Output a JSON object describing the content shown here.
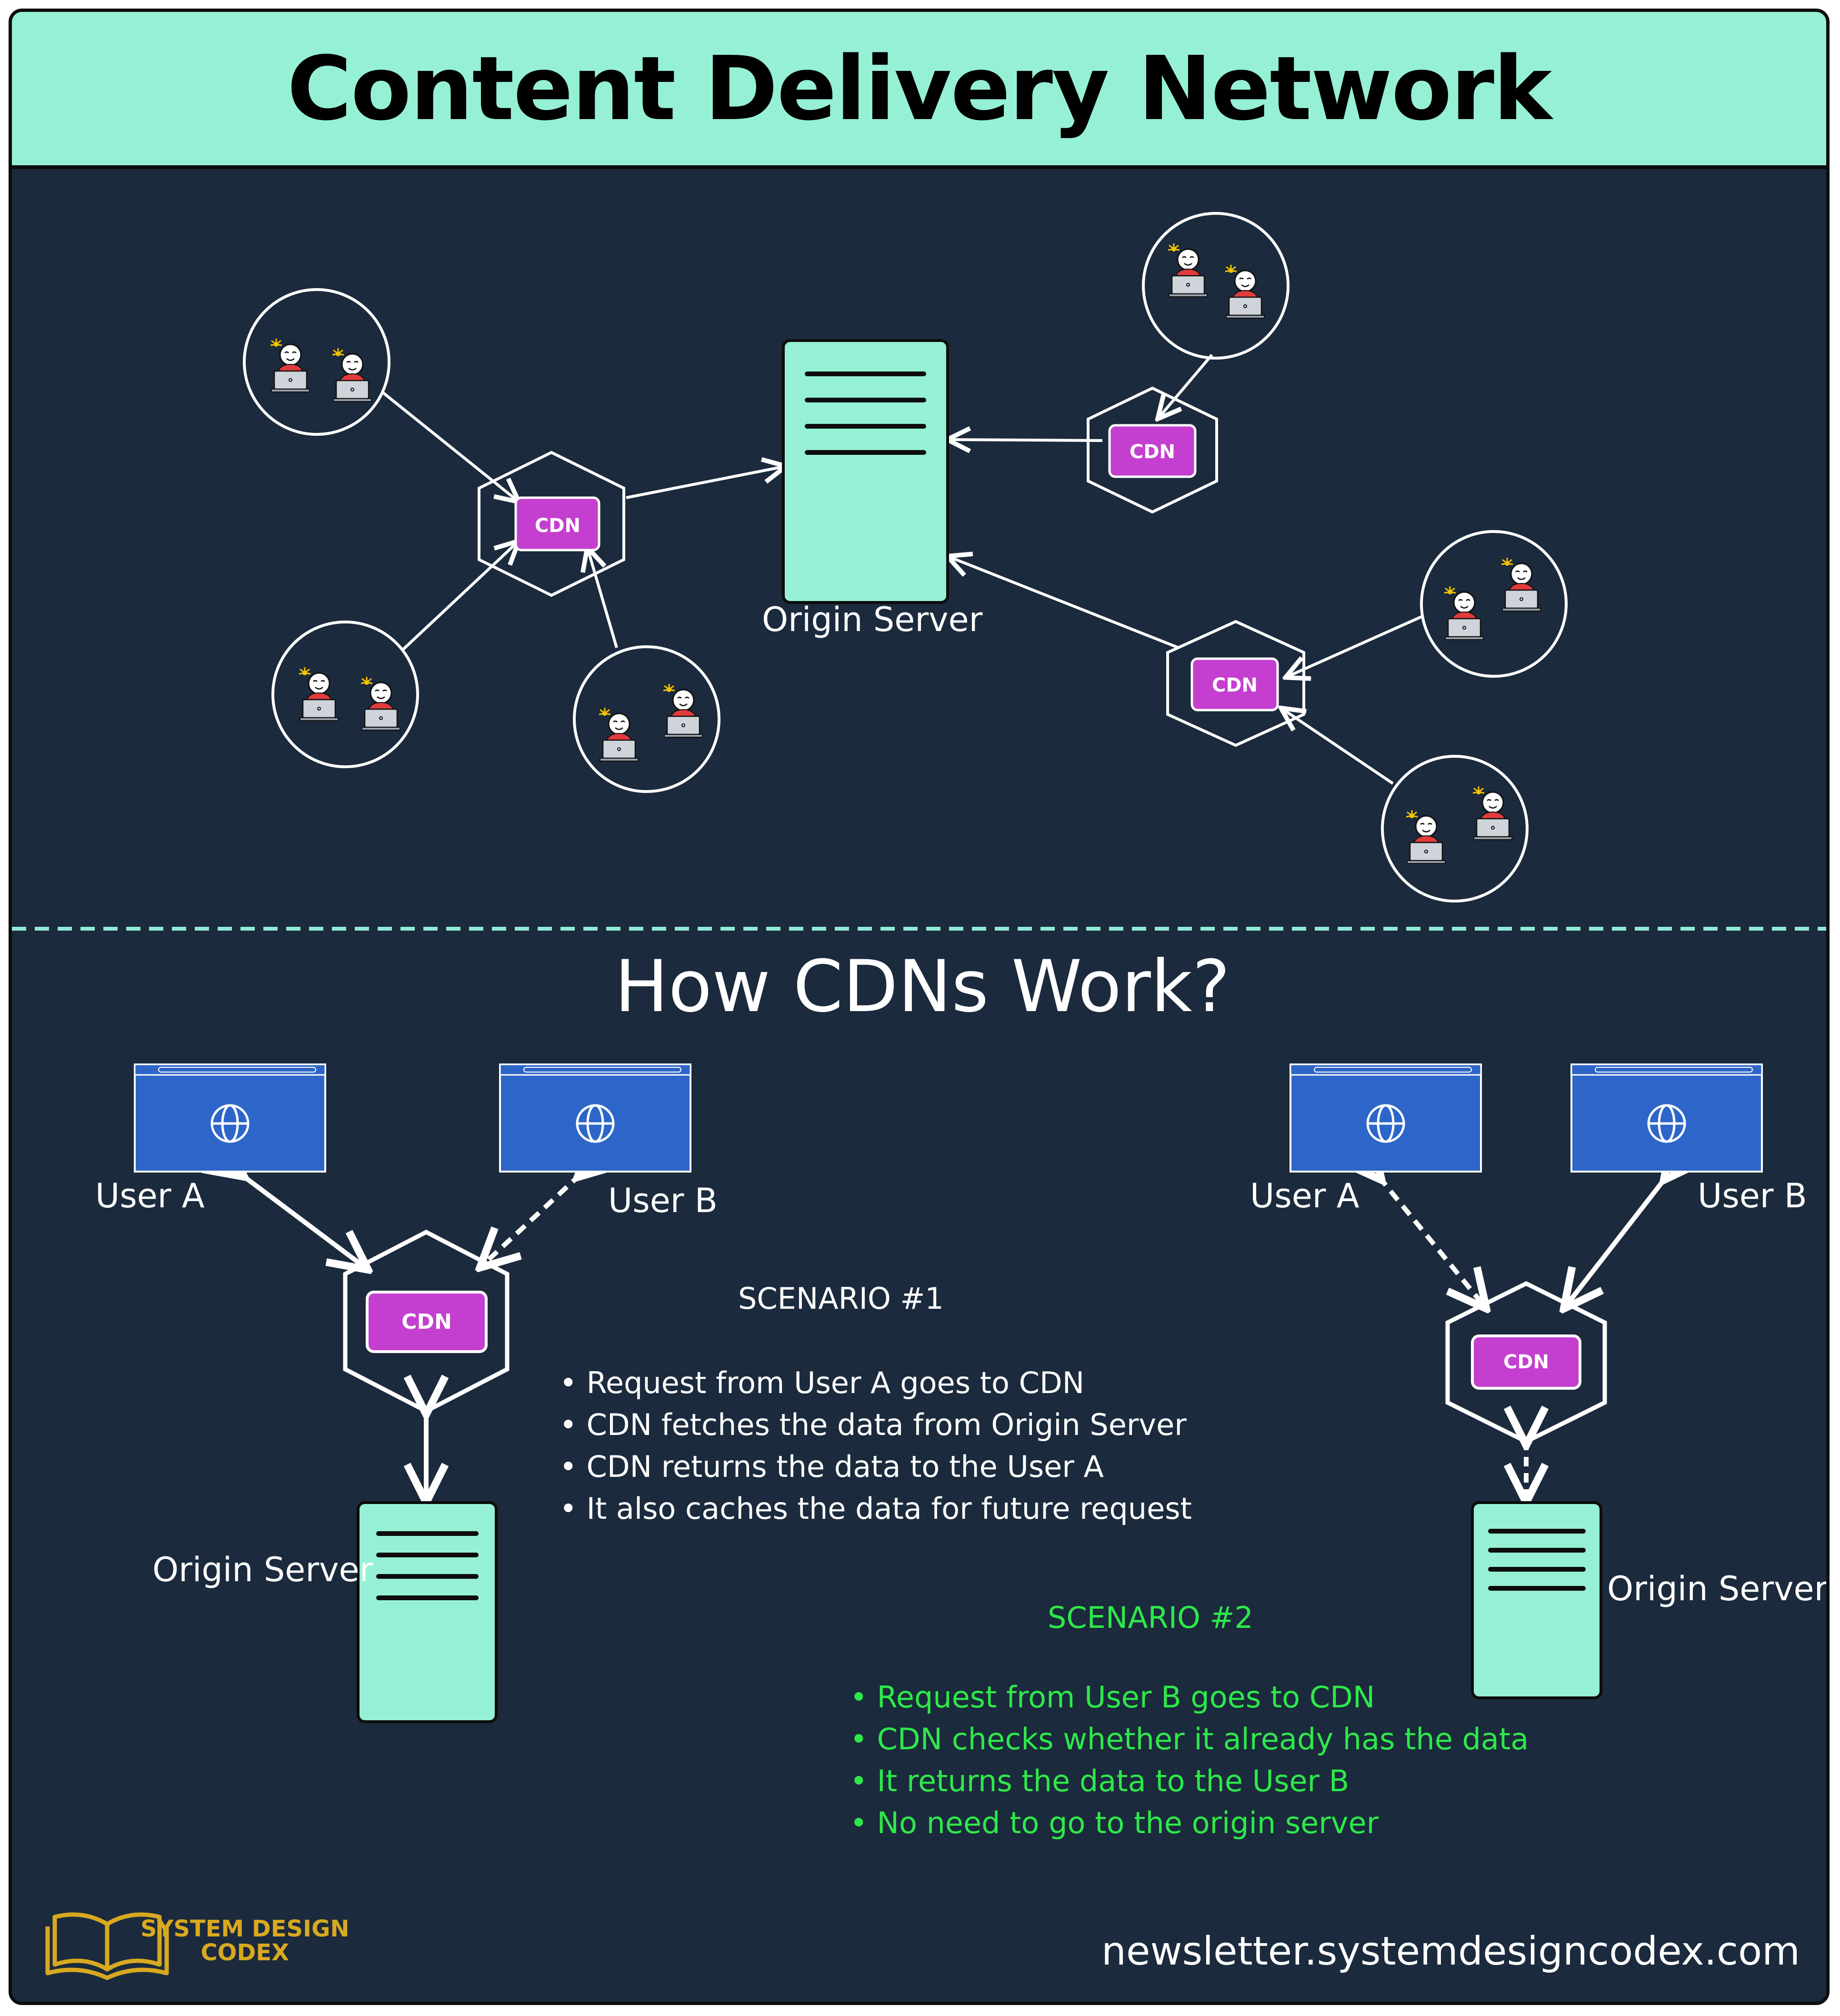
{
  "title": "Content Delivery Network",
  "top_section": {
    "cdn_label": "CDN",
    "origin_label": "Origin Server"
  },
  "bottom_section": {
    "heading": "How CDNs Work?",
    "left": {
      "user_a": "User A",
      "user_b": "User B",
      "cdn_label": "CDN",
      "origin_label": "Origin Server"
    },
    "right": {
      "user_a": "User A",
      "user_b": "User B",
      "cdn_label": "CDN",
      "origin_label": "Origin Server"
    },
    "scenario1": {
      "title": "SCENARIO #1",
      "bullets": [
        "Request from User A goes to CDN",
        "CDN fetches the data from Origin Server",
        "CDN returns the data to the User A",
        "It also caches the data for future request"
      ]
    },
    "scenario2": {
      "title": "SCENARIO #2",
      "bullets": [
        "Request from User B goes to CDN",
        "CDN checks whether it already has the data",
        "It returns the data to the User B",
        "No need to go to the origin server"
      ]
    }
  },
  "footer": {
    "logo_line1": "SYSTEM DESIGN",
    "logo_line2": "CODEX",
    "url": "newsletter.systemdesigncodex.com"
  },
  "colors": {
    "background": "#1b2a3c",
    "mint": "#96f0d6",
    "cdn_purple": "#c43fcf",
    "browser_blue": "#2d66c8",
    "scenario2_green": "#2ee84a",
    "divider": "#8fe9d5"
  },
  "icons": {
    "user_cluster": "users-with-laptops-icon",
    "browser": "globe-icon",
    "logo": "open-book-icon"
  }
}
